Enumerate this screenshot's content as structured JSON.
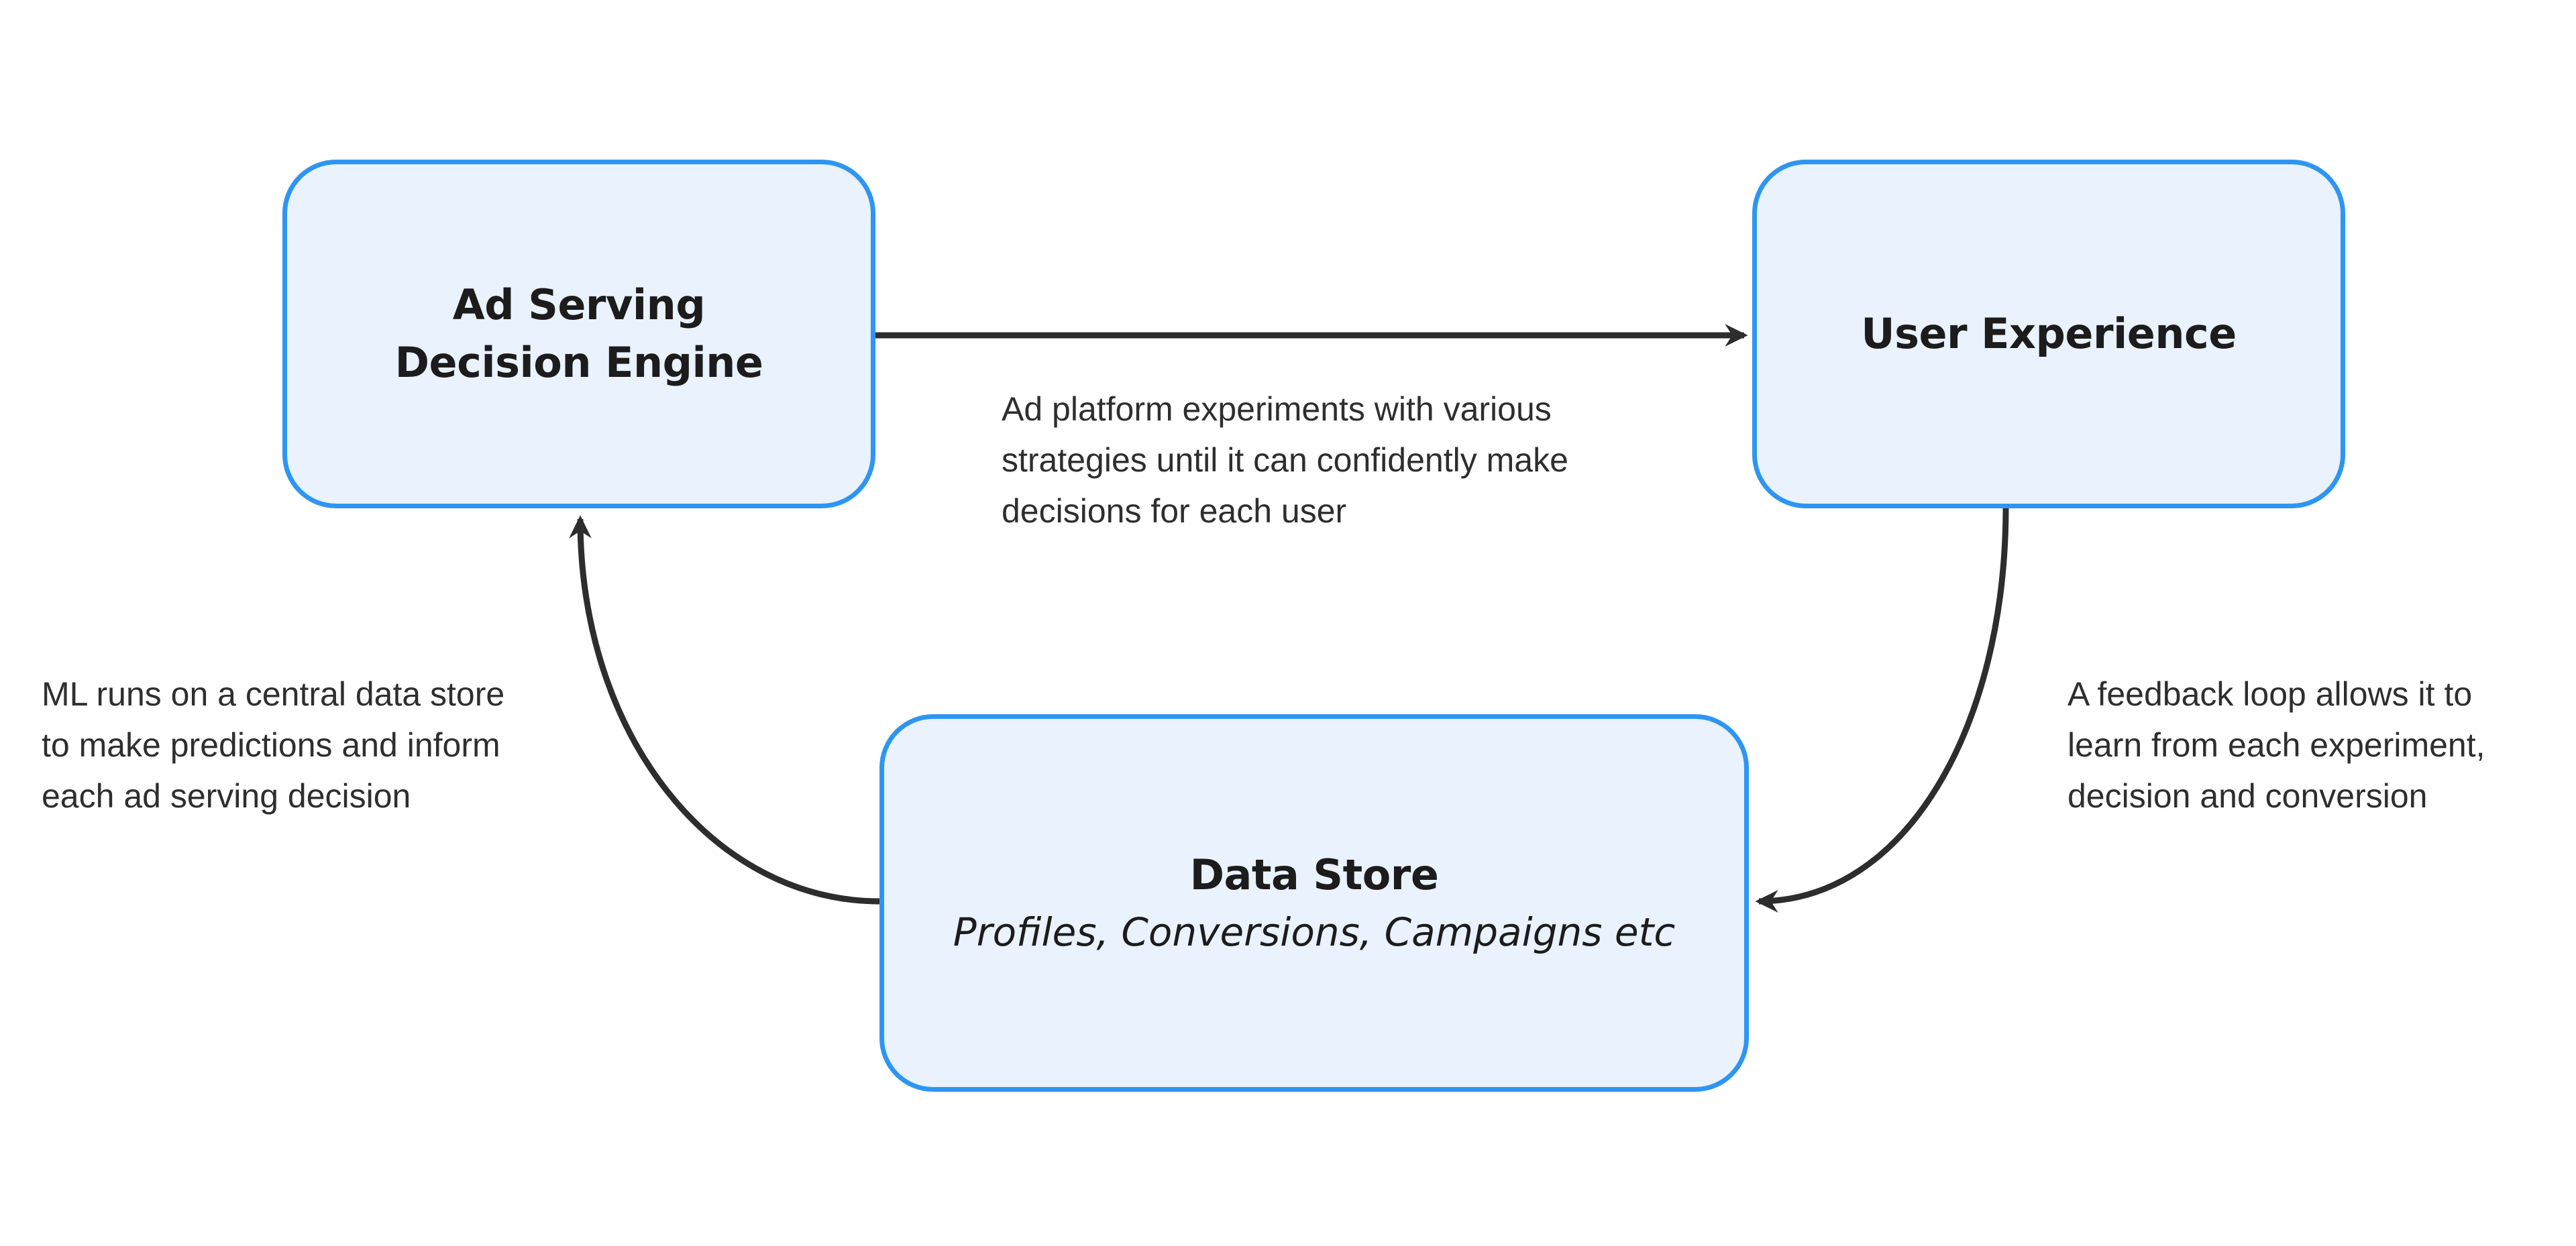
{
  "canvas": {
    "background": "#ffffff"
  },
  "colors": {
    "box_fill": "#e9f2fd",
    "box_border": "#2e95f2",
    "arrow": "#2d2d2d",
    "title_text": "#1c1c1c",
    "annotation_text": "#2e2e2e"
  },
  "nodes": [
    {
      "id": "ad-serving-decision-engine",
      "lines": [
        "Ad Serving",
        "Decision Engine"
      ]
    },
    {
      "id": "user-experience",
      "lines": [
        "User Experience"
      ]
    },
    {
      "id": "data-store",
      "title": "Data Store",
      "subtitle": "Profiles, Conversions, Campaigns etc"
    }
  ],
  "annotations": [
    {
      "id": "engine-to-ux",
      "lines": [
        "Ad platform experiments with various",
        "strategies until it can confidently make",
        "decisions for each user"
      ]
    },
    {
      "id": "datastore-to-engine",
      "lines": [
        "ML runs on a central data store",
        "to make predictions and inform",
        "each ad serving decision"
      ]
    },
    {
      "id": "ux-to-datastore",
      "lines": [
        "A feedback loop allows it to",
        "learn from each experiment,",
        "decision and conversion"
      ]
    }
  ]
}
